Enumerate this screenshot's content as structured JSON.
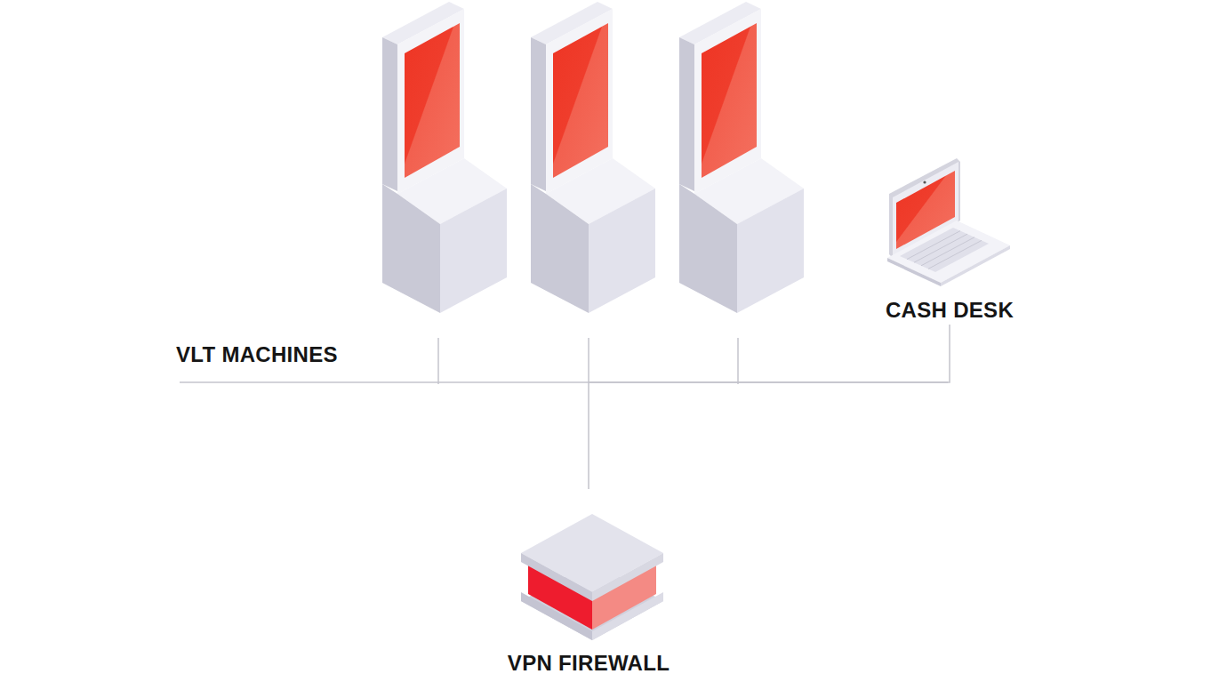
{
  "diagram": {
    "nodes": [
      {
        "text": [
          "CASH DESK"
        ]
      },
      {
        "text": [
          "VPN FIREWALL"
        ]
      }
    ],
    "edges": [
      {
        "from": 0,
        "to": 1,
        "arrow": "none"
      }
    ],
    "labels": [
      "VLT MACHINES"
    ]
  }
}
